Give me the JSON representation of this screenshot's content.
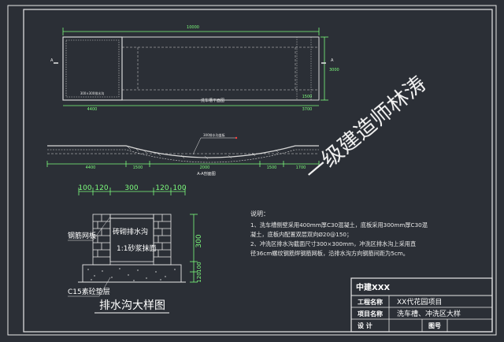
{
  "colors": {
    "background": "#2b2f36",
    "frame": "#e8e8e8",
    "wash_lines": "#d8d8d8",
    "dimension": "#7CFC7C",
    "notes": "#e8e8e8",
    "watermark": "#f0f0f0",
    "accent_red": "#ff4040",
    "accent_yellow": "#ffd24a"
  },
  "plan_view": {
    "title": "洗车槽平面图",
    "overall_length": "10000",
    "left_width": "4400",
    "center_length": "3700",
    "right_width": "1500",
    "height_dim": "3000",
    "pit_label": "300×300排水沟"
  },
  "section_view": {
    "title": "A-A剖面图",
    "note": "300排水沟盖板",
    "dims": [
      "4400",
      "1500",
      "2000",
      "1500",
      "1700"
    ]
  },
  "trench_detail": {
    "title": "排水沟大样图",
    "top_dims": [
      "100",
      "120",
      "300",
      "120",
      "100"
    ],
    "side_dims": [
      "300",
      "100",
      "120"
    ],
    "labels": {
      "steel_cover": "钢筋网板",
      "brick_wall": "砖砌排水沟",
      "mortar": "1:1砂浆抹面",
      "base": "C15素砼垫层"
    }
  },
  "notes": {
    "heading": "说明：",
    "lines": [
      "1、洗车槽侧壁采用400mm厚C30混凝土，底板采用300mm厚C30混",
      "凝土，底板内配置双层双向Ø20@150；",
      "2、冲洗区排水沟截面尺寸300×300mm，冲洗区排水沟上采用直",
      "径36cm螺纹钢筋焊钢筋网板，沿排水沟方向钢筋间距为5cm。"
    ]
  },
  "watermark": "一级建造师林涛",
  "title_block": {
    "company": "中建XXX",
    "rows": [
      {
        "label": "工程名称",
        "value": "XX代花园项目"
      },
      {
        "label": "项目名称",
        "value": "洗车槽、冲洗区大样"
      },
      {
        "label": "设    计",
        "value": "",
        "extra_label": "图号",
        "extra_value": ""
      }
    ]
  }
}
